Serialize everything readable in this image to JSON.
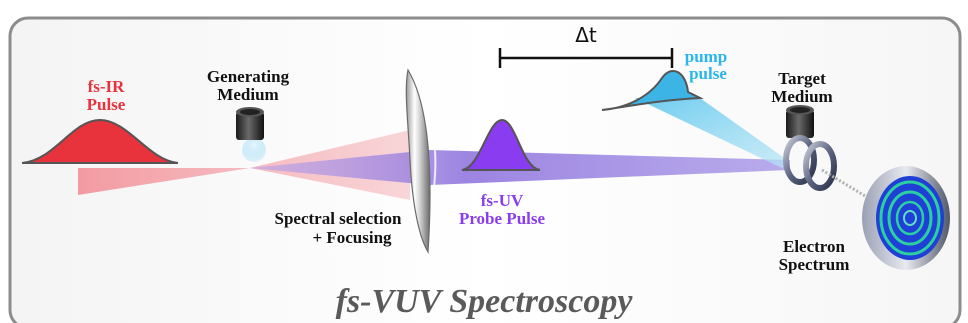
{
  "labels": {
    "ir_pulse_line1": "fs-IR",
    "ir_pulse_line2": "Pulse",
    "gen_medium_line1": "Generating",
    "gen_medium_line2": "Medium",
    "spectral_line1": "Spectral selection",
    "spectral_line2": "+ Focusing",
    "uv_line1": "fs-UV",
    "uv_line2": "Probe Pulse",
    "delay": "Δt",
    "pump_line1": "pump",
    "pump_line2": "pulse",
    "target_line1": "Target",
    "target_line2": "Medium",
    "electron_line1": "Electron",
    "electron_line2": "Spectrum"
  },
  "title": "fs-VUV Spectroscopy",
  "colors": {
    "ir": "#e8323c",
    "ir_beam": "#f2a0a6",
    "uv": "#8a3cf0",
    "uv_beam": "#9a7fe0",
    "pump": "#3cb4e6",
    "pump_text": "#29b6ec",
    "frame": "#8c8c8c",
    "title": "#5a5a5a",
    "detector": "#1f3fd6"
  }
}
